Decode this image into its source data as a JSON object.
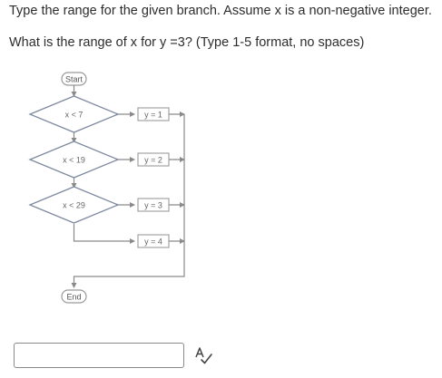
{
  "question": {
    "instruction": "Type the range for the given branch. Assume x is a non-negative integer.",
    "prompt": "What is the range of x for y =3?  (Type 1-5 format, no spaces)"
  },
  "flowchart": {
    "start_label": "Start",
    "end_label": "End",
    "decisions": [
      {
        "label": "x < 7"
      },
      {
        "label": "x < 19"
      },
      {
        "label": "x < 29"
      }
    ],
    "assignments": [
      {
        "label": "y = 1"
      },
      {
        "label": "y = 2"
      },
      {
        "label": "y = 3"
      },
      {
        "label": "y = 4"
      }
    ]
  },
  "answer": {
    "value": "",
    "placeholder": ""
  },
  "icons": {
    "spellcheck": "spellcheck-icon"
  }
}
